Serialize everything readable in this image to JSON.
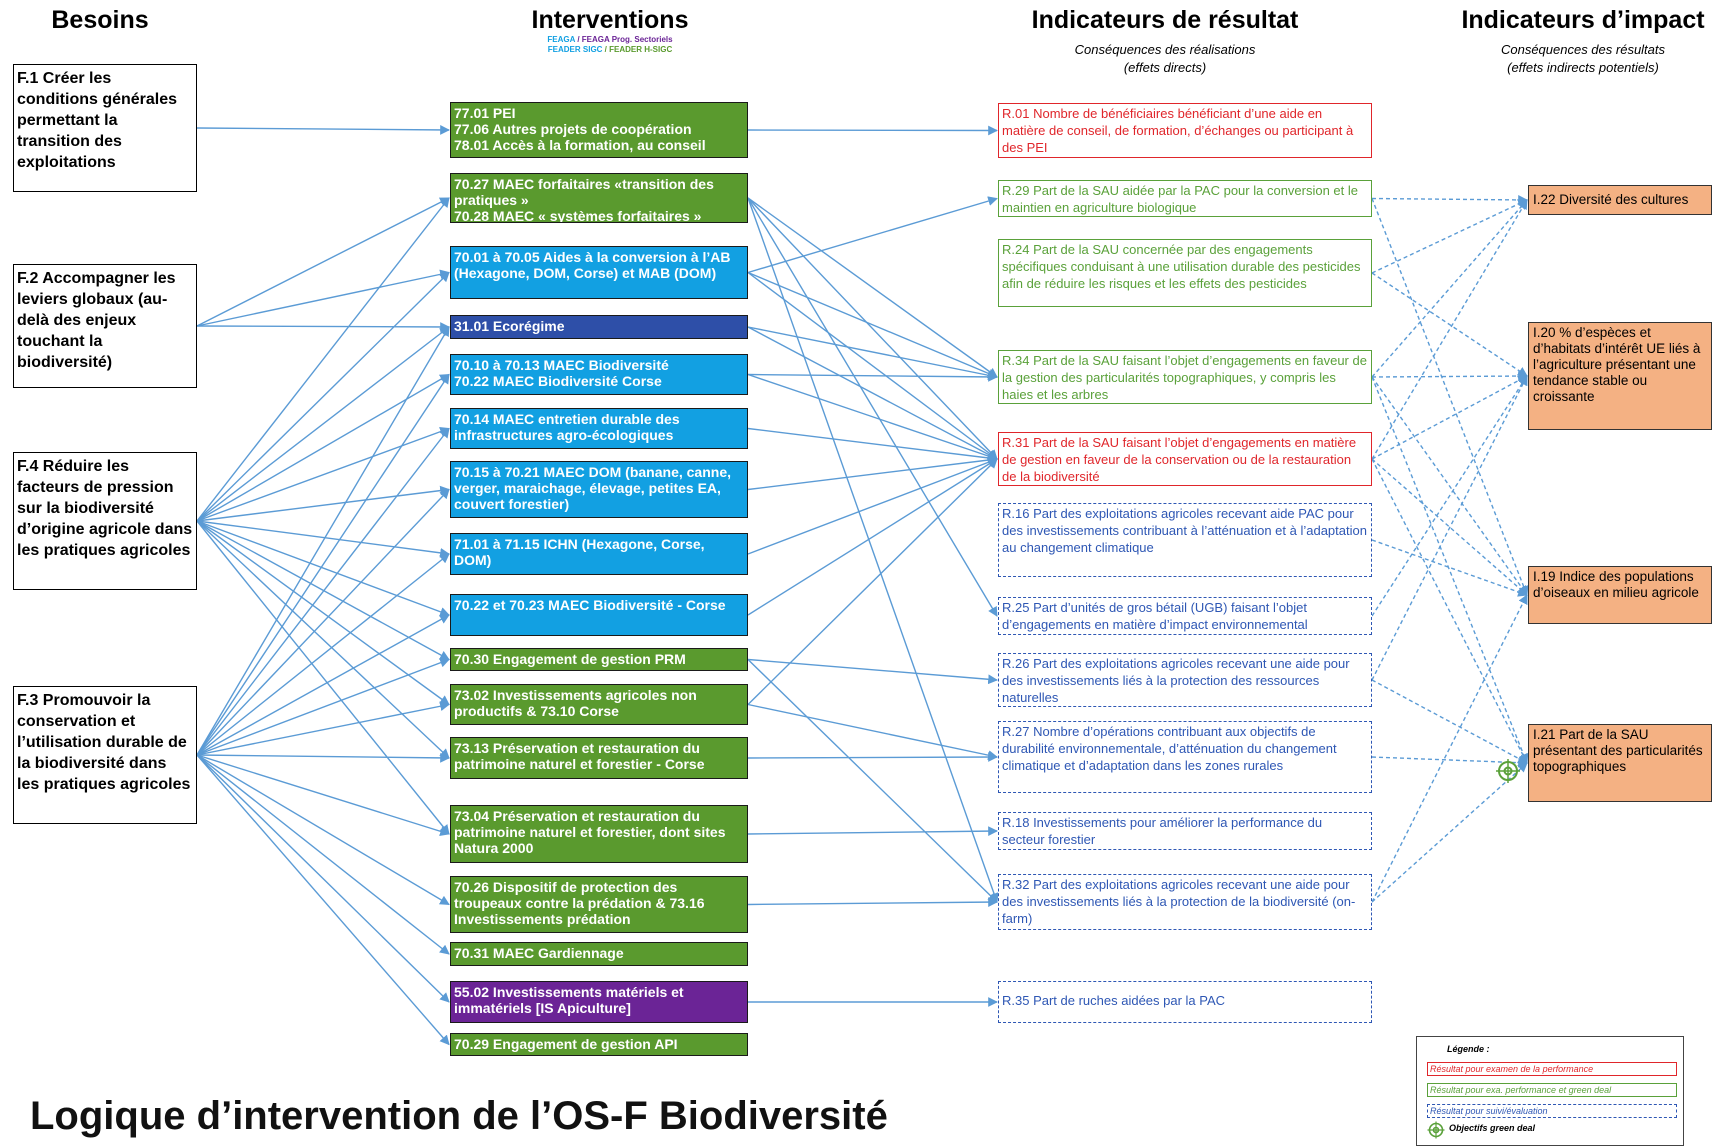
{
  "headers": {
    "besoins": "Besoins",
    "interventions": "Interventions",
    "interventions_legend_1a": "FEAGA",
    "interventions_legend_1b": " / FEAGA Prog. Sectoriels",
    "interventions_legend_2a": "FEADER SIGC",
    "interventions_legend_2b": " / FEADER H-SIGC",
    "resultat": "Indicateurs de résultat",
    "resultat_sub_1": "Conséquences des réalisations",
    "resultat_sub_2": "(effets directs)",
    "impact": "Indicateurs d’impact",
    "impact_sub_1": "Conséquences des résultats",
    "impact_sub_2": "(effets indirects potentiels)"
  },
  "besoins": [
    {
      "text": "F.1 Créer les conditions générales permettant la transition des exploitations"
    },
    {
      "text": "F.2 Accompagner les leviers globaux (au-delà des enjeux touchant la biodiversité)"
    },
    {
      "text": "F.4 Réduire les facteurs de pression sur la biodiversité d’origine agricole dans les pratiques agricoles"
    },
    {
      "text": "F.3 Promouvoir la conservation et l’utilisation durable de la biodiversité dans les pratiques agricoles"
    }
  ],
  "interventions": [
    {
      "text": "77.01 PEI\n77.06 Autres projets de coopération\n78.01 Accès à la formation, au conseil",
      "color": "green"
    },
    {
      "text": "70.27 MAEC forfaitaires «transition des pratiques »\n70.28 MAEC « systèmes forfaitaires »",
      "color": "green"
    },
    {
      "text": "70.01 à 70.05 Aides à la conversion à l’AB (Hexagone, DOM, Corse) et MAB (DOM)",
      "color": "blue"
    },
    {
      "text": "31.01 Ecorégime",
      "color": "navy"
    },
    {
      "text": "70.10 à 70.13 MAEC Biodiversité\n70.22 MAEC Biodiversité Corse",
      "color": "blue"
    },
    {
      "text": "70.14 MAEC entretien durable des infrastructures agro-écologiques",
      "color": "blue"
    },
    {
      "text": "70.15 à 70.21 MAEC DOM (banane, canne, verger, maraichage, élevage, petites EA, couvert forestier)",
      "color": "blue"
    },
    {
      "text": "71.01 à 71.15 ICHN (Hexagone, Corse, DOM)",
      "color": "blue"
    },
    {
      "text": "70.22 et 70.23 MAEC Biodiversité - Corse",
      "color": "blue"
    },
    {
      "text": "70.30 Engagement de gestion PRM",
      "color": "green"
    },
    {
      "text": "73.02 Investissements agricoles non productifs & 73.10 Corse",
      "color": "green"
    },
    {
      "text": "73.13 Préservation et restauration du patrimoine naturel et forestier - Corse",
      "color": "green"
    },
    {
      "text": "73.04 Préservation et restauration du patrimoine naturel et forestier, dont sites Natura 2000",
      "color": "green"
    },
    {
      "text": "70.26 Dispositif de protection des troupeaux contre la prédation & 73.16 Investissements prédation",
      "color": "green"
    },
    {
      "text": "70.31 MAEC Gardiennage",
      "color": "green"
    },
    {
      "text": "55.02 Investissements matériels et immatériels [IS Apiculture]",
      "color": "purple"
    },
    {
      "text": "70.29 Engagement de gestion API",
      "color": "green"
    }
  ],
  "resultats": [
    {
      "text": "R.01 Nombre de bénéficiaires bénéficiant d’une aide en matière de conseil, de formation, d’échanges ou participant à des PEI",
      "color": "red"
    },
    {
      "text": "R.29 Part de la SAU aidée par la PAC pour la conversion et le maintien en agriculture biologique",
      "color": "green"
    },
    {
      "text": "R.24 Part de la SAU concernée par des engagements spécifiques conduisant à une utilisation durable des pesticides afin de réduire les risques et les effets des pesticides",
      "color": "green"
    },
    {
      "text": "R.34 Part de la SAU faisant l’objet d’engagements en faveur de la gestion des particularités topographiques, y compris les haies et les arbres",
      "color": "green"
    },
    {
      "text": "R.31 Part de la SAU faisant l’objet d’engagements en matière de gestion en faveur de la conservation ou de la restauration de la biodiversité",
      "color": "red"
    },
    {
      "text": "R.16 Part des exploitations agricoles recevant aide PAC pour des investissements contribuant à l’atténuation et à l’adaptation au changement climatique",
      "color": "blue"
    },
    {
      "text": "R.25 Part d’unités de gros bétail (UGB) faisant l’objet d’engagements en matière d’impact environnemental",
      "color": "blue"
    },
    {
      "text": "R.26 Part des exploitations agricoles recevant une aide pour des investissements liés à la protection des ressources naturelles",
      "color": "blue"
    },
    {
      "text": "R.27 Nombre d’opérations contribuant aux objectifs de durabilité environnementale, d’atténuation du changement climatique et d’adaptation dans les zones rurales",
      "color": "blue"
    },
    {
      "text": "R.18 Investissements pour améliorer la performance du secteur forestier",
      "color": "blue"
    },
    {
      "text": "R.32 Part des exploitations agricoles recevant une aide pour des investissements liés à la protection de la biodiversité (on-farm)",
      "color": "blue"
    },
    {
      "text": "R.35 Part de ruches aidées par la PAC",
      "color": "blue"
    }
  ],
  "impacts": [
    {
      "text": "I.22 Diversité des cultures"
    },
    {
      "text": "I.20 % d’espèces et d’habitats d’intérêt UE liés à l’agriculture présentant une tendance stable ou croissante"
    },
    {
      "text": "I.19 Indice des populations d’oiseaux en milieu agricole"
    },
    {
      "text": "I.21 Part de la SAU présentant des particularités topographiques"
    }
  ],
  "title": "Logique d’intervention de l’OS-F Biodiversité",
  "legend": {
    "title": "Légende :",
    "item_red": "Résultat pour examen de la performance",
    "item_green": "Résultat pour exa. performance et green deal",
    "item_blue": "Résultat pour suivi/évaluation",
    "item_greendeal": "Objectifs green deal"
  },
  "colors": {
    "connector": "#5b9bd5",
    "green_box": "#5a9a2e",
    "blue_box": "#12a0e2",
    "navy_box": "#2e4fa8",
    "purple_box": "#6b2496",
    "impact_box": "#f4b183",
    "result_red": "#e0262b",
    "result_green": "#5aa13a",
    "result_blue": "#2e57b4"
  },
  "links": {
    "need_to_intervention": [
      [
        0,
        0
      ],
      [
        1,
        1
      ],
      [
        1,
        2
      ],
      [
        1,
        3
      ],
      [
        2,
        1
      ],
      [
        2,
        2
      ],
      [
        2,
        3
      ],
      [
        2,
        4
      ],
      [
        2,
        5
      ],
      [
        2,
        6
      ],
      [
        2,
        7
      ],
      [
        2,
        8
      ],
      [
        2,
        9
      ],
      [
        2,
        10
      ],
      [
        2,
        11
      ],
      [
        2,
        12
      ],
      [
        3,
        3
      ],
      [
        3,
        4
      ],
      [
        3,
        5
      ],
      [
        3,
        6
      ],
      [
        3,
        7
      ],
      [
        3,
        8
      ],
      [
        3,
        9
      ],
      [
        3,
        10
      ],
      [
        3,
        11
      ],
      [
        3,
        12
      ],
      [
        3,
        13
      ],
      [
        3,
        14
      ],
      [
        3,
        15
      ],
      [
        3,
        16
      ]
    ],
    "intervention_to_result": [
      [
        0,
        0
      ],
      [
        1,
        3
      ],
      [
        1,
        4
      ],
      [
        1,
        6
      ],
      [
        1,
        10
      ],
      [
        2,
        1
      ],
      [
        2,
        3
      ],
      [
        2,
        4
      ],
      [
        3,
        3
      ],
      [
        3,
        4
      ],
      [
        4,
        3
      ],
      [
        4,
        4
      ],
      [
        5,
        4
      ],
      [
        6,
        4
      ],
      [
        7,
        4
      ],
      [
        8,
        4
      ],
      [
        9,
        7
      ],
      [
        9,
        10
      ],
      [
        10,
        4
      ],
      [
        10,
        8
      ],
      [
        11,
        8
      ],
      [
        12,
        9
      ],
      [
        13,
        10
      ],
      [
        15,
        11
      ]
    ],
    "result_to_impact": [
      [
        1,
        0
      ],
      [
        1,
        2
      ],
      [
        2,
        0
      ],
      [
        2,
        1
      ],
      [
        3,
        0
      ],
      [
        3,
        1
      ],
      [
        3,
        2
      ],
      [
        3,
        3
      ],
      [
        4,
        0
      ],
      [
        4,
        1
      ],
      [
        4,
        2
      ],
      [
        4,
        3
      ],
      [
        5,
        2
      ],
      [
        6,
        1
      ],
      [
        7,
        1
      ],
      [
        7,
        3
      ],
      [
        8,
        3
      ],
      [
        10,
        2
      ],
      [
        10,
        3
      ]
    ]
  }
}
